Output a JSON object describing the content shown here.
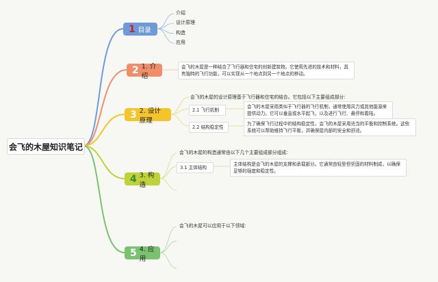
{
  "central": "会飞的木屋知识笔记",
  "branches": [
    {
      "num": "1",
      "label": "目录",
      "color": "#6e9bd8",
      "items": [
        "介绍",
        "设计原理",
        "构造",
        "应用"
      ]
    },
    {
      "num": "2",
      "label": "1. 介绍",
      "color": "#f08e6c",
      "text": "会飞的木屋是一种结合了飞行器和住宅的创新建筑物。它使用先进的技术和材料，具有独特的飞行功能，可以实现从一个地点到另一个地点的移动。"
    },
    {
      "num": "3",
      "label": "2. 设计原理",
      "color": "#f3c42b",
      "intro": "会飞的木屋的设计原理基于飞行器和住宅的结合。它包括以下主要组成部分:",
      "subs": [
        {
          "label": "2.1 飞行机制",
          "text": "会飞的木屋采用类似于飞行器的飞行机制，通常使用风力或其他能源来提供动力。它可以垂直或水平起飞，以及进行飞行、悬停和着陆。"
        },
        {
          "label": "2.2 结构稳定性",
          "text": "为了确保飞行过程中的结构稳定性，会飞的木屋采用适当的平衡和控制系统。这些系统可以帮助维持飞行平衡，并确保屋内部的安全和舒适。"
        }
      ]
    },
    {
      "num": "4",
      "label": "3. 构造",
      "color": "#bfd23c",
      "intro": "会飞的木屋的构造通常由以下几个主要组成部分组成:",
      "subs": [
        {
          "label": "3.1 主体结构",
          "text": "主体结构是会飞的木屋的支撑和承载部分。它通常由轻型但坚固的材料制成，以确保足够的强度和稳定性。"
        }
      ]
    },
    {
      "num": "5",
      "label": "4. 应用",
      "color": "#7ac270",
      "intro": "会飞的木屋可以应用于以下领域:"
    }
  ]
}
